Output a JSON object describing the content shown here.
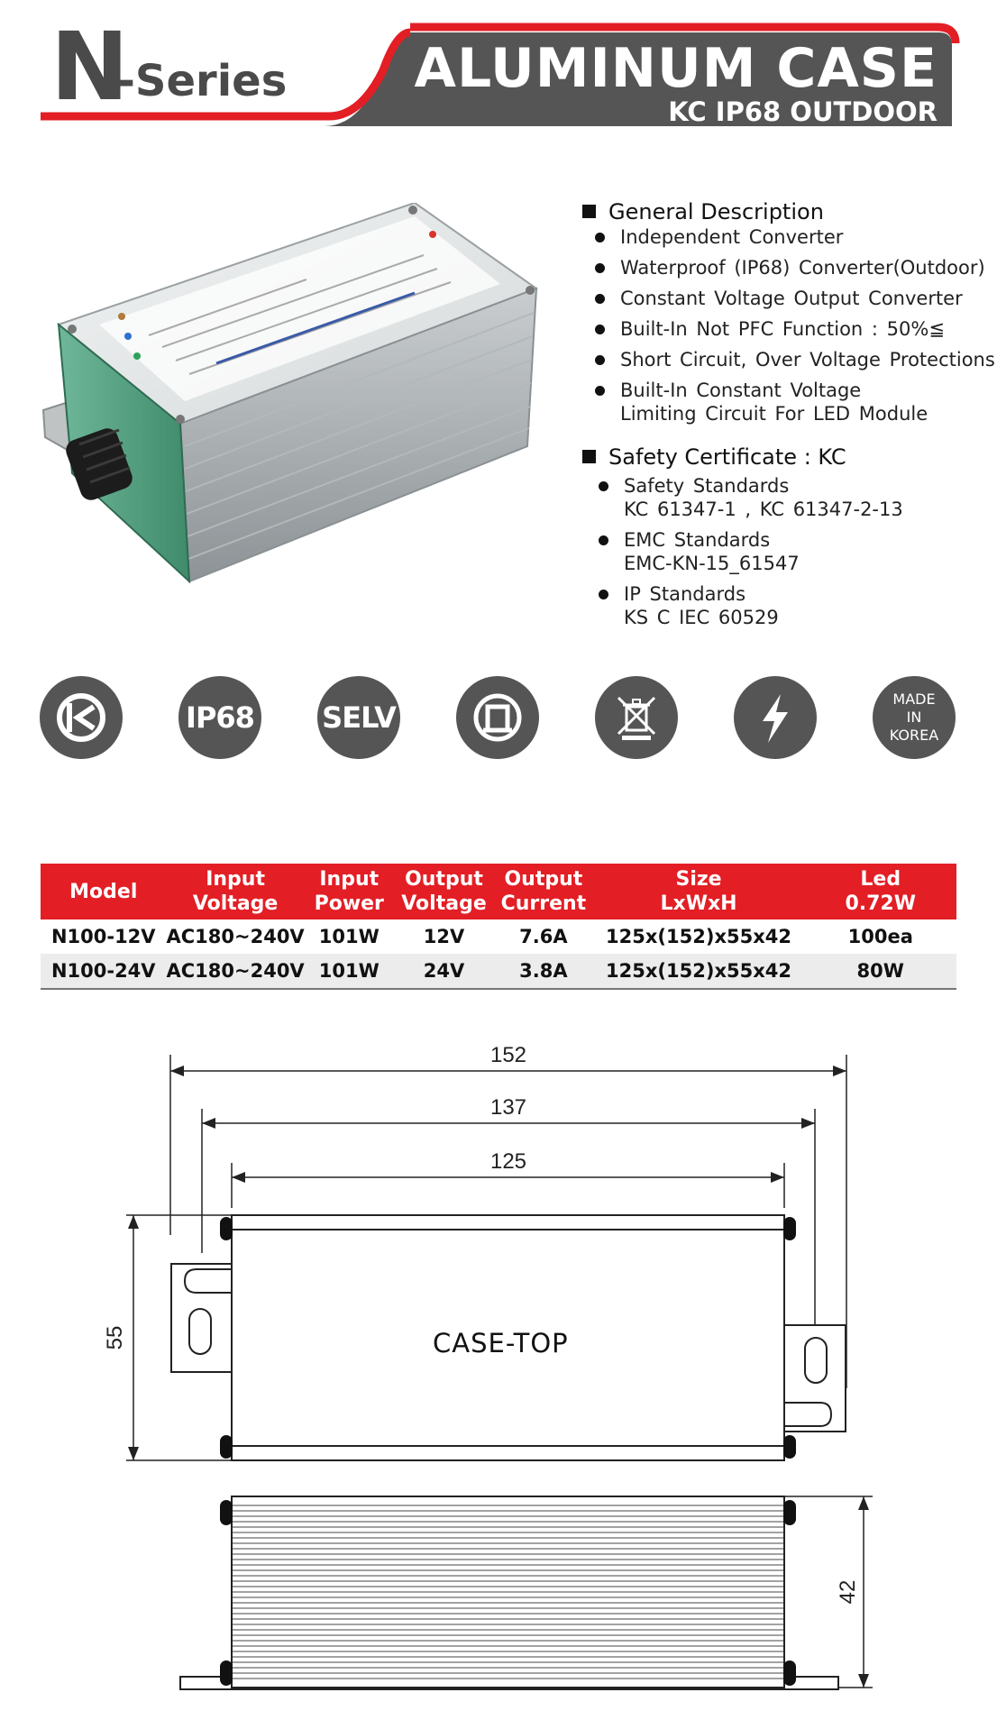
{
  "header": {
    "series_letter": "N",
    "series_suffix": "-Series",
    "title": "ALUMINUM CASE",
    "subtitle": "KC IP68 OUTDOOR",
    "colors": {
      "accent": "#e31e25",
      "banner": "#555555"
    }
  },
  "general": {
    "heading": "General  Description",
    "items": [
      {
        "text": "Independent  Converter"
      },
      {
        "text": "Waterproof  (IP68)  Converter(Outdoor)"
      },
      {
        "text": "Constant  Voltage  Output  Converter"
      },
      {
        "text": "Built-In  Not  PFC  Function  :  50%≦"
      },
      {
        "text": "Short  Circuit,  Over  Voltage  Protections"
      },
      {
        "text": "Built-In  Constant  Voltage",
        "text2": "Limiting  Circuit  For  LED  Module"
      }
    ]
  },
  "safety": {
    "heading": "Safety  Certificate  :  KC",
    "items": [
      {
        "text": "Safety  Standards",
        "text2": "KC  61347-1 ,  KC  61347-2-13"
      },
      {
        "text": "EMC  Standards",
        "text2": "EMC-KN-15_61547"
      },
      {
        "text": "IP  Standards",
        "text2": "KS  C  IEC  60529"
      }
    ]
  },
  "icons": {
    "ip68": "IP68",
    "selv": "SELV",
    "made_in_korea": [
      "MADE",
      "IN",
      "KOREA"
    ]
  },
  "table": {
    "headers": [
      [
        "Model"
      ],
      [
        "Input",
        "Voltage"
      ],
      [
        "Input",
        "Power"
      ],
      [
        "Output",
        "Voltage"
      ],
      [
        "Output",
        "Current"
      ],
      [
        "Size",
        "LxWxH"
      ],
      [
        "Led",
        "0.72W"
      ]
    ],
    "rows": [
      [
        "N100-12V",
        "AC180~240V",
        "101W",
        "12V",
        "7.6A",
        "125x(152)x55x42",
        "100ea"
      ],
      [
        "N100-24V",
        "AC180~240V",
        "101W",
        "24V",
        "3.8A",
        "125x(152)x55x42",
        "80W"
      ]
    ]
  },
  "drawing": {
    "dim_total": "152",
    "dim_mount": "137",
    "dim_case": "125",
    "dim_width": "55",
    "dim_height": "42",
    "case_label": "CASE-TOP"
  }
}
